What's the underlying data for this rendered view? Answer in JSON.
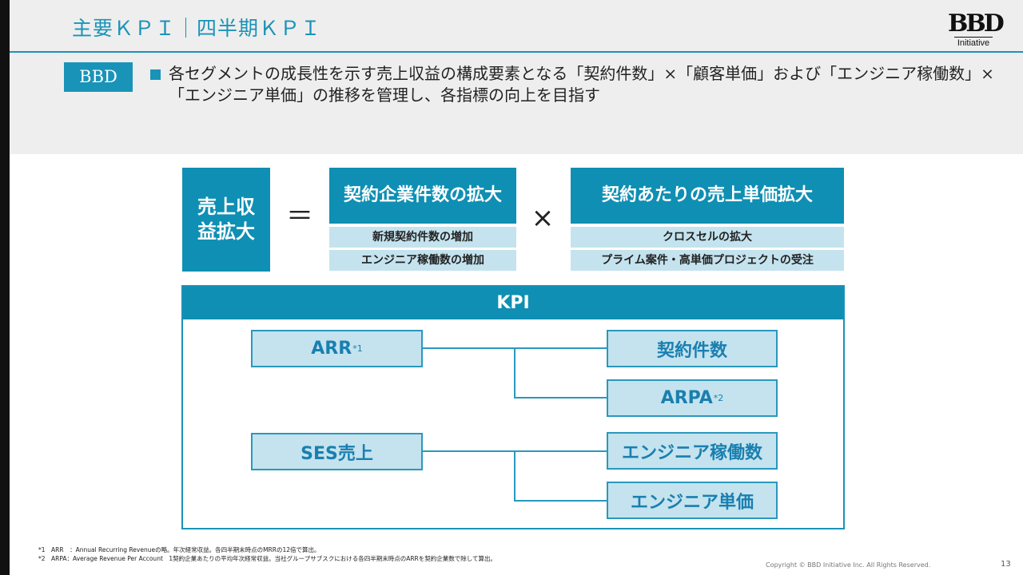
{
  "header": {
    "title": "主要ＫＰＩ｜四半期ＫＰＩ",
    "logo_mark": "BBD",
    "logo_sub": "Initiative",
    "badge": "BBD",
    "bullet": "各セグメントの成長性を示す売上収益の構成要素となる「契約件数」×「顧客単価」および「エンジニア稼働数」×「エンジニア単価」の推移を管理し、各指標の向上を目指す"
  },
  "formula": {
    "revenue_label": "売上収益拡大",
    "equals": "＝",
    "times": "×",
    "left_head": "契約企業件数の拡大",
    "left_items": [
      "新規契約件数の増加",
      "エンジニア稼働数の増加"
    ],
    "right_head": "契約あたりの売上単価拡大",
    "right_items": [
      "クロスセルの拡大",
      "プライム案件・高単価プロジェクトの受注"
    ]
  },
  "kpi": {
    "title": "KPI",
    "arr": "ARR",
    "arr_note": "*1",
    "ses": "SES売上",
    "contracts": "契約件数",
    "arpa": "ARPA",
    "arpa_note": "*2",
    "engineers": "エンジニア稼働数",
    "engineer_price": "エンジニア単価",
    "colors": {
      "accent": "#0f8fb3",
      "light": "#c4e3ee",
      "text": "#1a7fb0"
    }
  },
  "footer": {
    "note1": "*1　ARR　：Annual Recurring Revenueの略。年次経常収益。各四半期末時点のMRRの12倍で算出。",
    "note2": "*2　ARPA：Average Revenue Per Account　1契約企業あたりの平均年次経常収益。当社グループサブスクにおける各四半期末時点のARRを契約企業数で除して算出。",
    "copyright": "Copyright © BBD Initiative Inc. All Rights Reserved.",
    "page": "13"
  }
}
